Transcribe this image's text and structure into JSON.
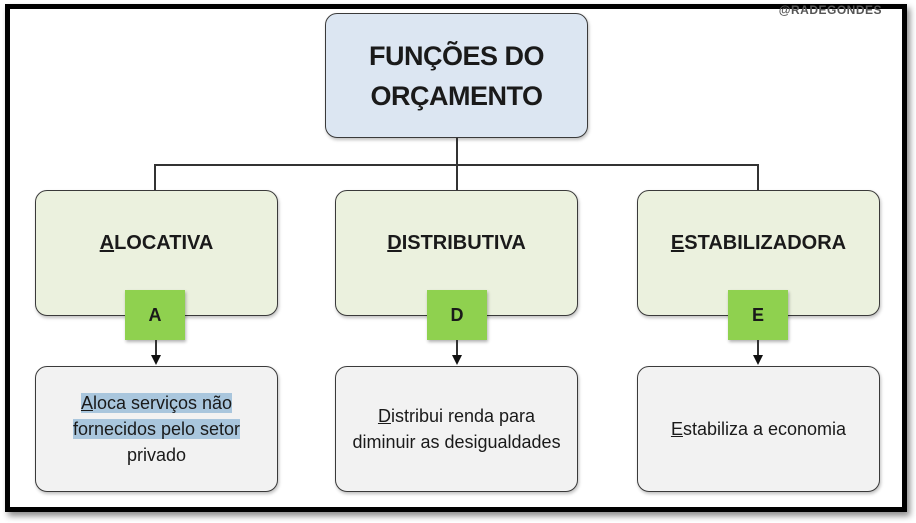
{
  "watermark": "@RADEGONDES",
  "root": {
    "line1": "FUNÇÕES DO",
    "line2": "ORÇAMENTO"
  },
  "functions": [
    {
      "initial": "A",
      "rest": "LOCATIVA",
      "badge": "A",
      "desc_initial": "A",
      "desc_rest": "loca serviços não fornecidos pelo setor",
      "desc_tail": " privado",
      "highlighted": true
    },
    {
      "initial": "D",
      "rest": "ISTRIBUTIVA",
      "badge": "D",
      "desc_initial": "D",
      "desc_rest": "istribui renda para diminuir as desigualdades",
      "desc_tail": ""
    },
    {
      "initial": "E",
      "rest": "STABILIZADORA",
      "badge": "E",
      "desc_initial": "E",
      "desc_rest": "stabiliza a economia",
      "desc_tail": ""
    }
  ],
  "colors": {
    "root_fill": "#dce6f2",
    "function_fill": "#ebf1de",
    "badge_fill": "#8fd14f",
    "desc_fill": "#f2f2f2",
    "highlight": "#a9c6dd"
  }
}
